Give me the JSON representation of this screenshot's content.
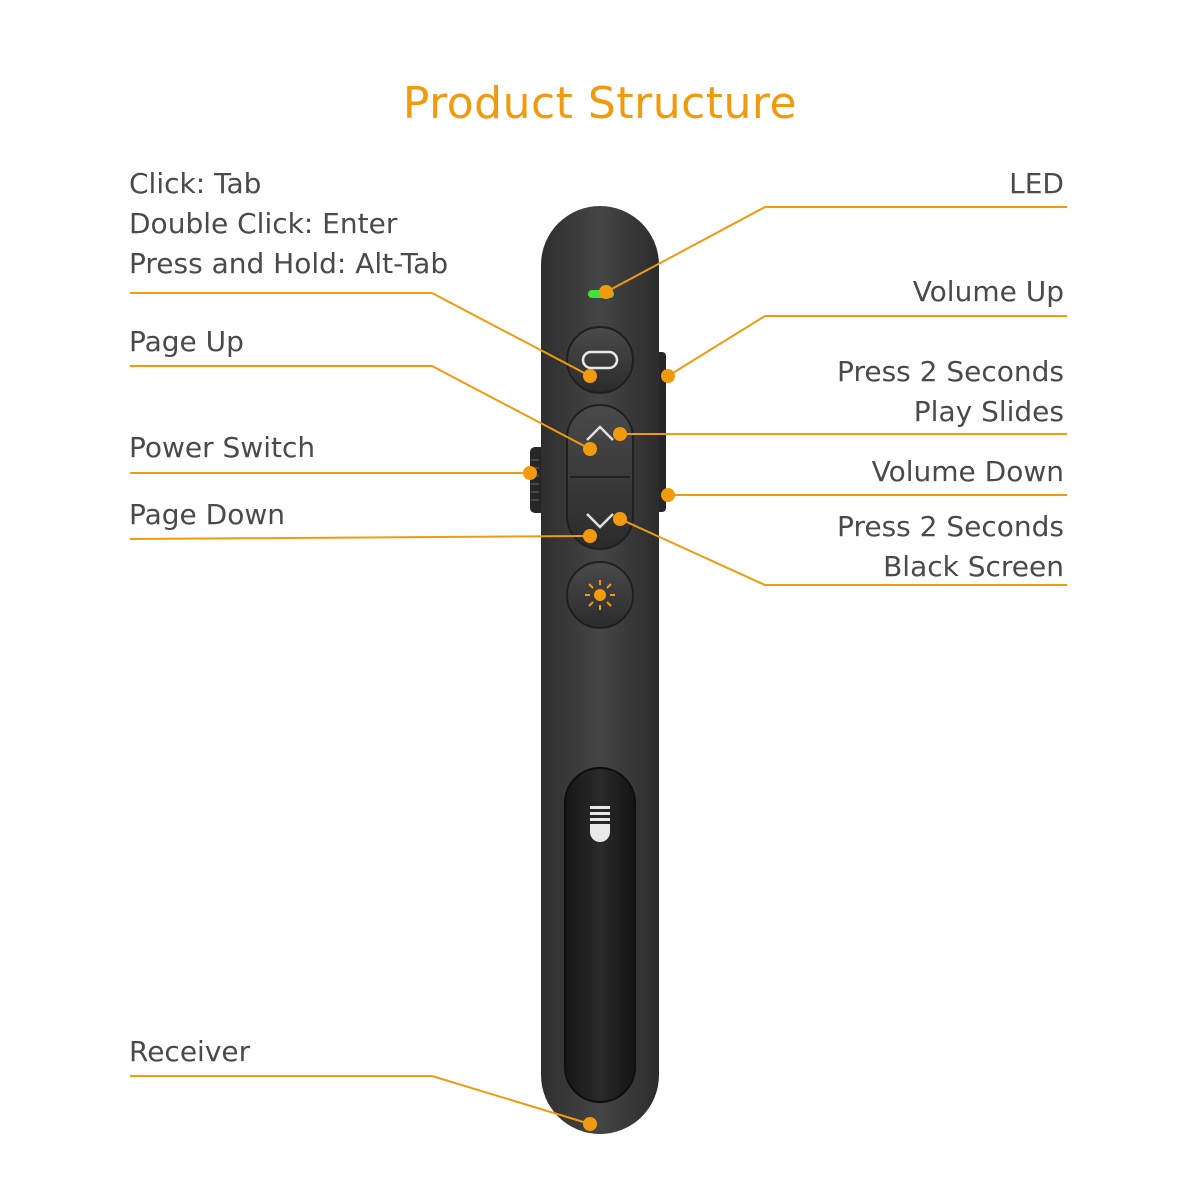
{
  "title": "Product Structure",
  "labels": {
    "tab_line1": "Click: Tab",
    "tab_line2": "Double Click: Enter",
    "tab_line3": "Press and Hold: Alt-Tab",
    "page_up": "Page Up",
    "power_switch": "Power Switch",
    "page_down": "Page Down",
    "receiver": "Receiver",
    "led": "LED",
    "volume_up": "Volume Up",
    "play_line1": "Press 2 Seconds",
    "play_line2": "Play Slides",
    "volume_down": "Volume Down",
    "black_line1": "Press 2 Seconds",
    "black_line2": "Black Screen"
  },
  "colors": {
    "accent": "#f29a0e",
    "device_body": "#3a3a3a",
    "led": "#41e23c",
    "text": "#4a4a4a"
  }
}
